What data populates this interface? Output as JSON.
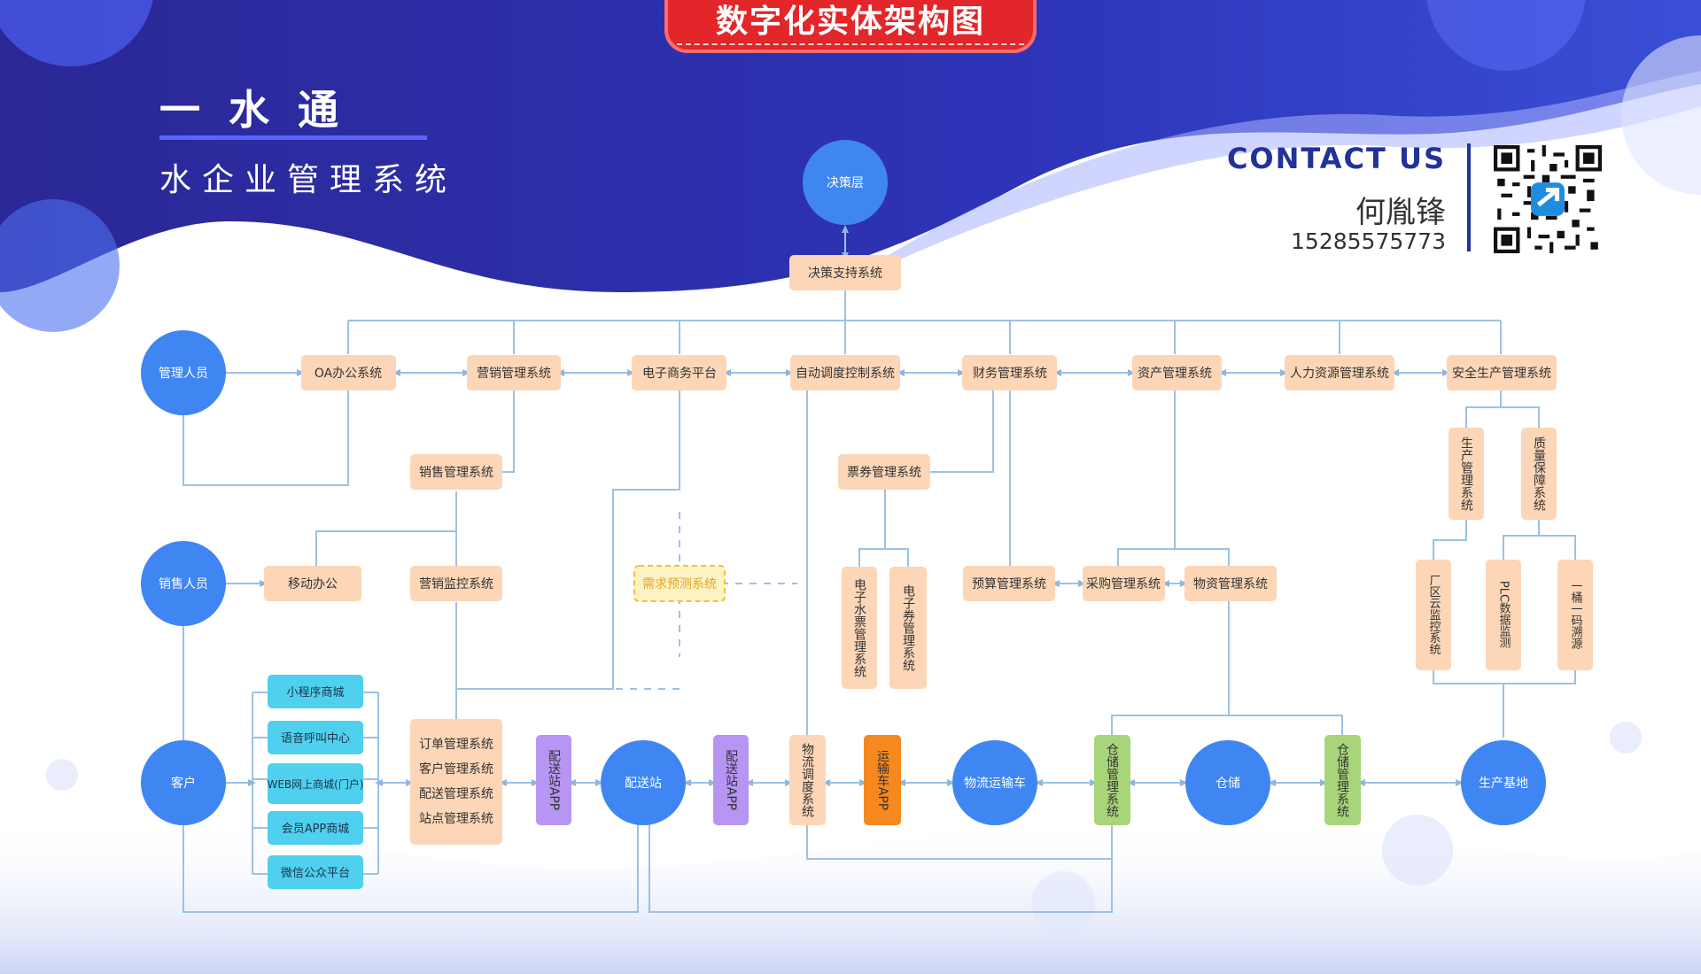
{
  "header": {
    "title": "数字化实体架构图",
    "brand": "一 水 通",
    "subtitle": "水企业管理系统",
    "contact_label": "CONTACT US",
    "contact_name": "何胤锋",
    "contact_phone": "15285575773"
  },
  "nodes": {
    "decision_layer": "决策层",
    "decision_support": "决策支持系统",
    "managers": "管理人员",
    "oa": "OA办公系统",
    "marketing": "营销管理系统",
    "ecommerce": "电子商务平台",
    "dispatch": "自动调度控制系统",
    "finance": "财务管理系统",
    "assets": "资产管理系统",
    "hr": "人力资源管理系统",
    "safety": "安全生产管理系统",
    "sales_mgmt": "销售管理系统",
    "ticket": "票券管理系统",
    "production_mgmt": "生产管理系统",
    "quality": "质量保障系统",
    "sales_staff": "销售人员",
    "mobile_office": "移动办公",
    "marketing_monitor": "营销监控系统",
    "demand_forecast": "需求预测系统",
    "e_water_ticket": "电子水票管理系统",
    "e_coupon": "电子券管理系统",
    "budget": "预算管理系统",
    "purchase": "采购管理系统",
    "materials": "物资管理系统",
    "plant_monitor": "厂区云监控系统",
    "plc": "PLC数据监测",
    "trace": "一桶一码溯源",
    "customer": "客户",
    "channels": [
      "小程序商城",
      "语音呼叫中心",
      "WEB网上商城(门户)",
      "会员APP商城",
      "微信公众平台"
    ],
    "order_block": [
      "订单管理系统",
      "客户管理系统",
      "配送管理系统",
      "站点管理系统"
    ],
    "station_app_1": "配送站APP",
    "station": "配送站",
    "station_app_2": "配送站APP",
    "logistics_dispatch": "物流调度系统",
    "truck_app": "运输车APP",
    "truck": "物流运输车",
    "warehouse_mgmt_1": "仓储管理系统",
    "warehouse": "仓储",
    "warehouse_mgmt_2": "仓储管理系统",
    "production_base": "生产基地"
  },
  "colors": {
    "header_blue": "#2a2aa8",
    "node_blue": "#3f86f3",
    "box_peach": "#fcd6b6",
    "box_cyan": "#4fd0ef",
    "box_purple": "#b795f3",
    "box_orange": "#f6881f",
    "box_green": "#a8d57a",
    "line": "#9dc1e4",
    "title_red": "#e2262a"
  },
  "icons": [
    "qr-code-icon"
  ]
}
